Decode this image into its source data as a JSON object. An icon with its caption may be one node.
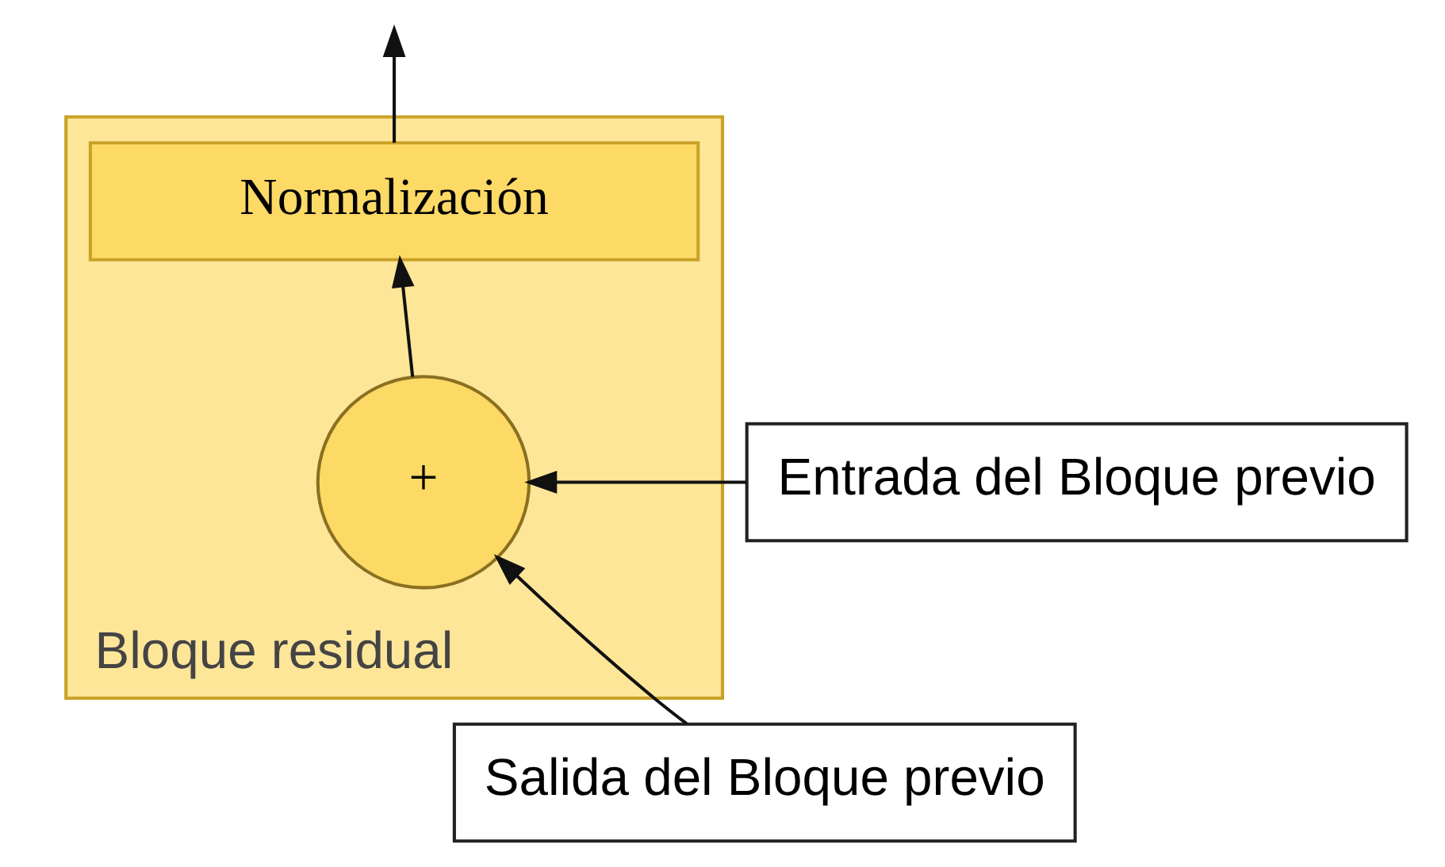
{
  "diagram": {
    "nodes": [
      {
        "text": [
          "Bloque residual"
        ]
      },
      {
        "text": [
          "Normalización"
        ],
        "in": 0
      },
      {
        "text": [
          "+"
        ],
        "in": 0
      },
      {
        "text": [
          "Entrada del Bloque previo"
        ]
      },
      {
        "text": [
          "Salida del Bloque previo"
        ]
      }
    ],
    "edges": [
      {
        "from": 3,
        "to": 2,
        "arrow": "to"
      },
      {
        "from": 4,
        "to": 2,
        "arrow": "to"
      },
      {
        "from": 2,
        "to": 1,
        "arrow": "to"
      },
      {
        "from": 1,
        "to": null,
        "arrow": "to"
      }
    ]
  }
}
